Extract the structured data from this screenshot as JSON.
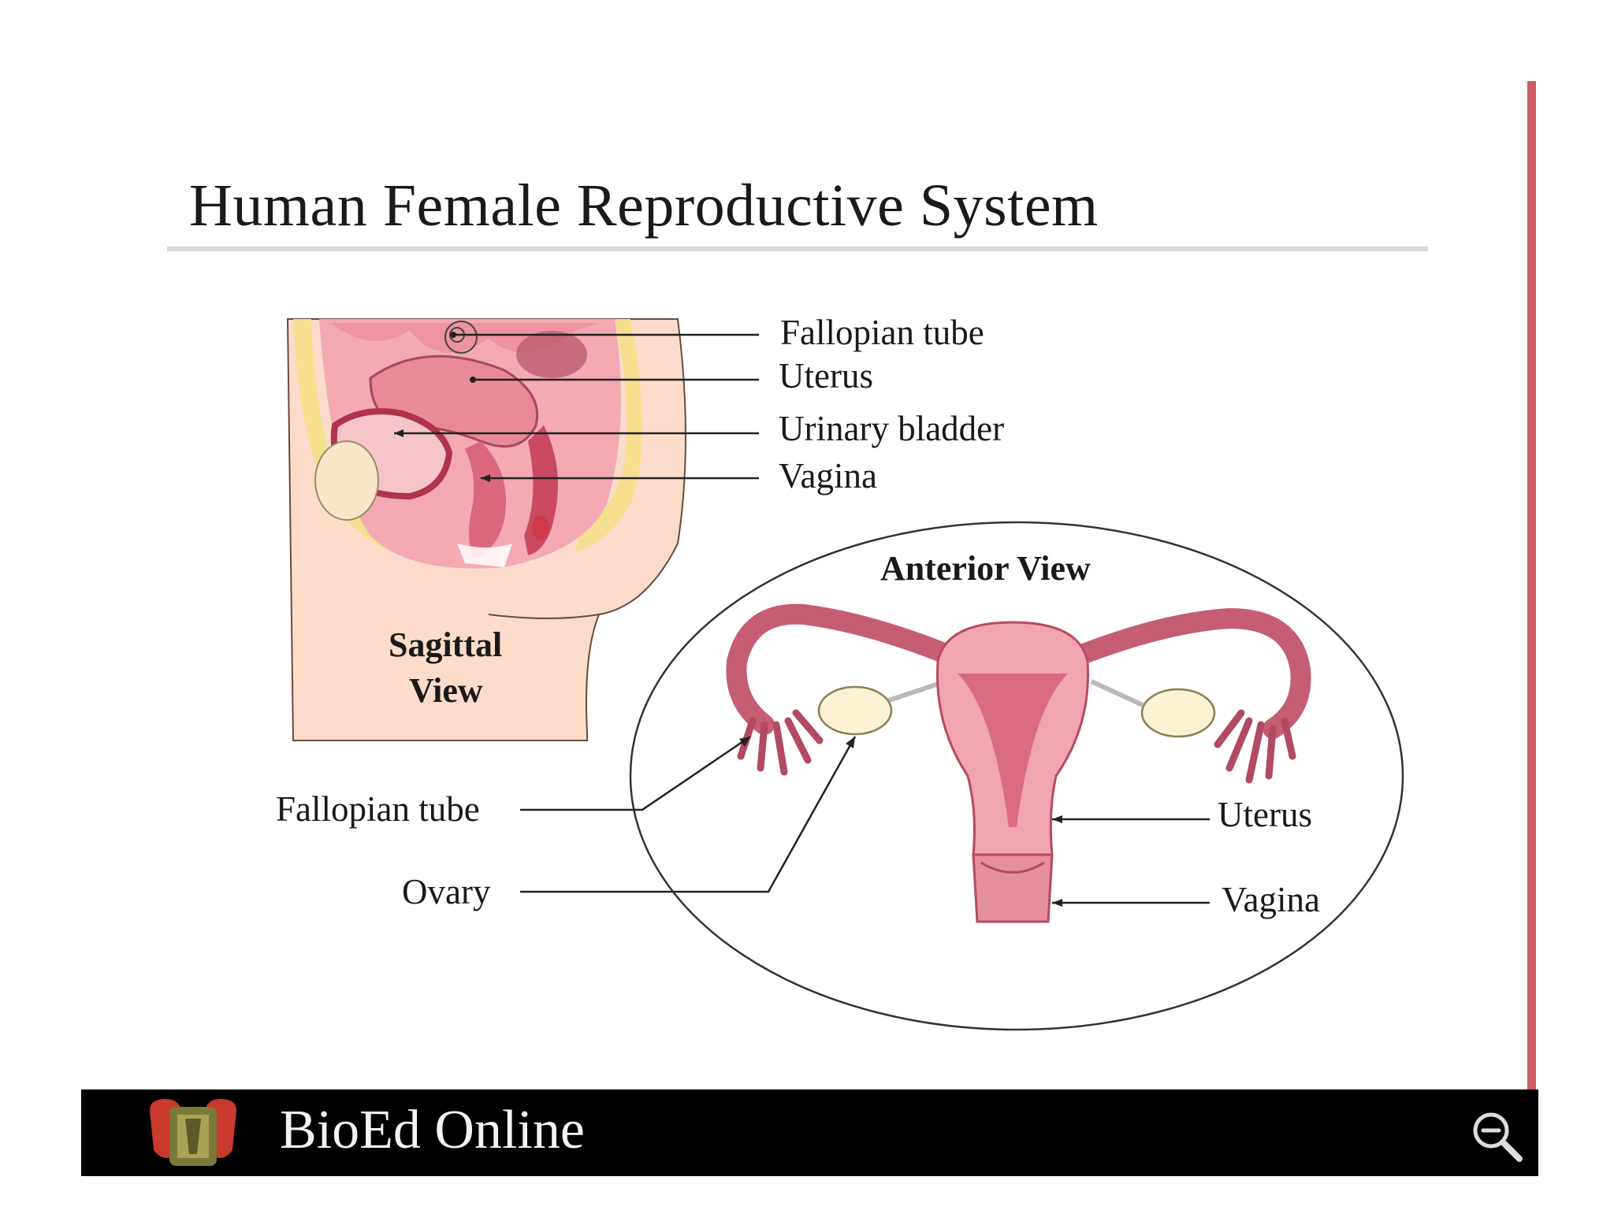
{
  "title": "Human Female Reproductive System",
  "sagittal": {
    "view_label_line1": "Sagittal",
    "view_label_line2": "View",
    "labels": {
      "fallopian_tube": "Fallopian tube",
      "uterus": "Uterus",
      "urinary_bladder": "Urinary bladder",
      "vagina": "Vagina"
    }
  },
  "anterior": {
    "view_label": "Anterior View",
    "labels": {
      "fallopian_tube": "Fallopian tube",
      "ovary": "Ovary",
      "uterus": "Uterus",
      "vagina": "Vagina"
    }
  },
  "footer": {
    "brand": "BioEd Online",
    "logo_icon": "shield-crest-icon",
    "zoom_icon": "zoom-out-icon"
  },
  "colors": {
    "accent_rule": "#cf5d63",
    "tissue_pink": "#e98a9a",
    "skin": "#fbdcca",
    "fat_yellow": "#f3df8e"
  }
}
